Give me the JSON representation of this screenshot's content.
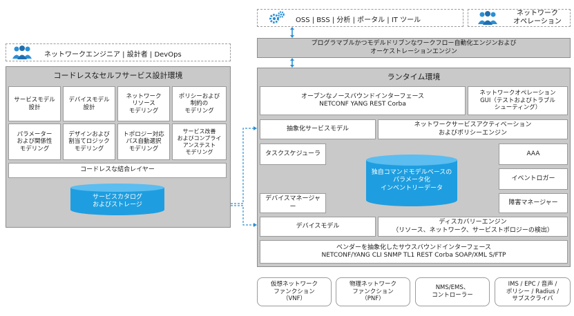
{
  "top_bar": {
    "left_label": "OSS | BSS | 分析 | ポータル | IT ツール",
    "right_label": "ネットワーク\nオペレーション"
  },
  "orchestration": {
    "label": "プログラマブルかつモデルドリブンなワークフロー自動化エンジンおよび\nオーケストレーションエンジン"
  },
  "left_panel": {
    "persona_label": "ネットワークエンジニア | 設計者 | DevOps",
    "title": "コードレスなセルフサービス設計環境",
    "grid": [
      "サービスモデル\n設計",
      "デバイスモデル\n設計",
      "ネットワーク\nリソース\nモデリング",
      "ポリシーおよび\n制約の\nモデリング",
      "パラメーター\nおよび関係性\nモデリング",
      "デザインおよび\n割当てロジック\nモデリング",
      "トポロジー対応\nパス自動選択\nモデリング",
      "サービス改善\nおよびコンプライ\nアンステスト\nモデリング"
    ],
    "binding_layer": "コードレスな結合レイヤー",
    "catalog": "サービスカタログ\nおよびストレージ"
  },
  "runtime": {
    "title": "ランタイム環境",
    "northbound": "オープンなノースバウンドインターフェース\nNETCONF  YANG  REST  Corba",
    "netops_gui": "ネットワークオペレーション\nGUI（テストおよびトラブル\nシューティング）",
    "abstract_service_model": "抽象化サービスモデル",
    "activation_engine": "ネットワークサービスアクティベーション\nおよびポリシーエンジン",
    "task_scheduler": "タスクスケジューラ",
    "inventory_db": "独自コマンドモデルベースの\nパラメータ化\nインベントリーデータ",
    "aaa": "AAA",
    "event_logger": "イベントロガー",
    "fault_manager": "障害マネージャー",
    "device_manager": "デバイスマネージャー",
    "device_model": "デバイスモデル",
    "discovery_engine": "ディスカバリーエンジン\n（リソース、ネットワーク、サービストポロジーの検出）",
    "southbound": "ベンダーを抽象化したサウスバウンドインターフェース\nNETCONF/YANG  CLI  SNMP  TL1  REST  Corba  SOAP/XML  S/FTP"
  },
  "bottom": [
    "仮想ネットワーク\nファンクション\n（VNF）",
    "物理ネットワーク\nファンクション\n（PNF）",
    "NMS/EMS、\nコントローラー",
    "IMS / EPC / 音声 /\nポリシー / Radius /\nサブスクライバ"
  ],
  "colors": {
    "accent_blue": "#2a8fd4",
    "panel_gray": "#c9c9c9",
    "db_blue": "#1e9ee0"
  }
}
